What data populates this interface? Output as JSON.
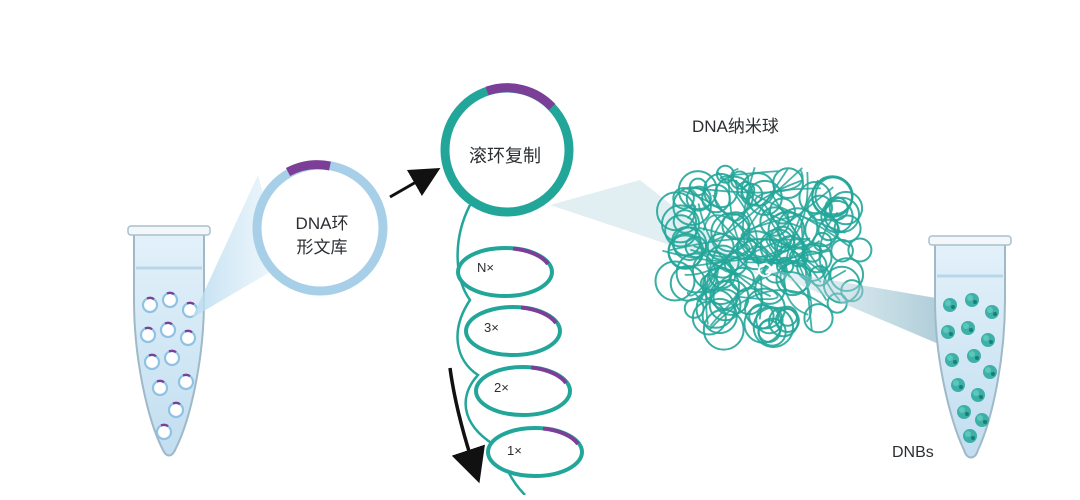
{
  "library": {
    "line1": "DNA环",
    "line2": "形文库"
  },
  "rca": {
    "label": "滚环复制"
  },
  "loops": [
    "N×",
    "3×",
    "2×",
    "1×"
  ],
  "nanoball": {
    "label": "DNA纳米球"
  },
  "dnbs": {
    "label": "DNBs"
  },
  "colors": {
    "teal": "#23a69a",
    "purple": "#7b3f98",
    "light_blue": "#a8cfe8",
    "ring_blue": "#8fc2e4",
    "tube_liquid": "#cfe6f4"
  }
}
